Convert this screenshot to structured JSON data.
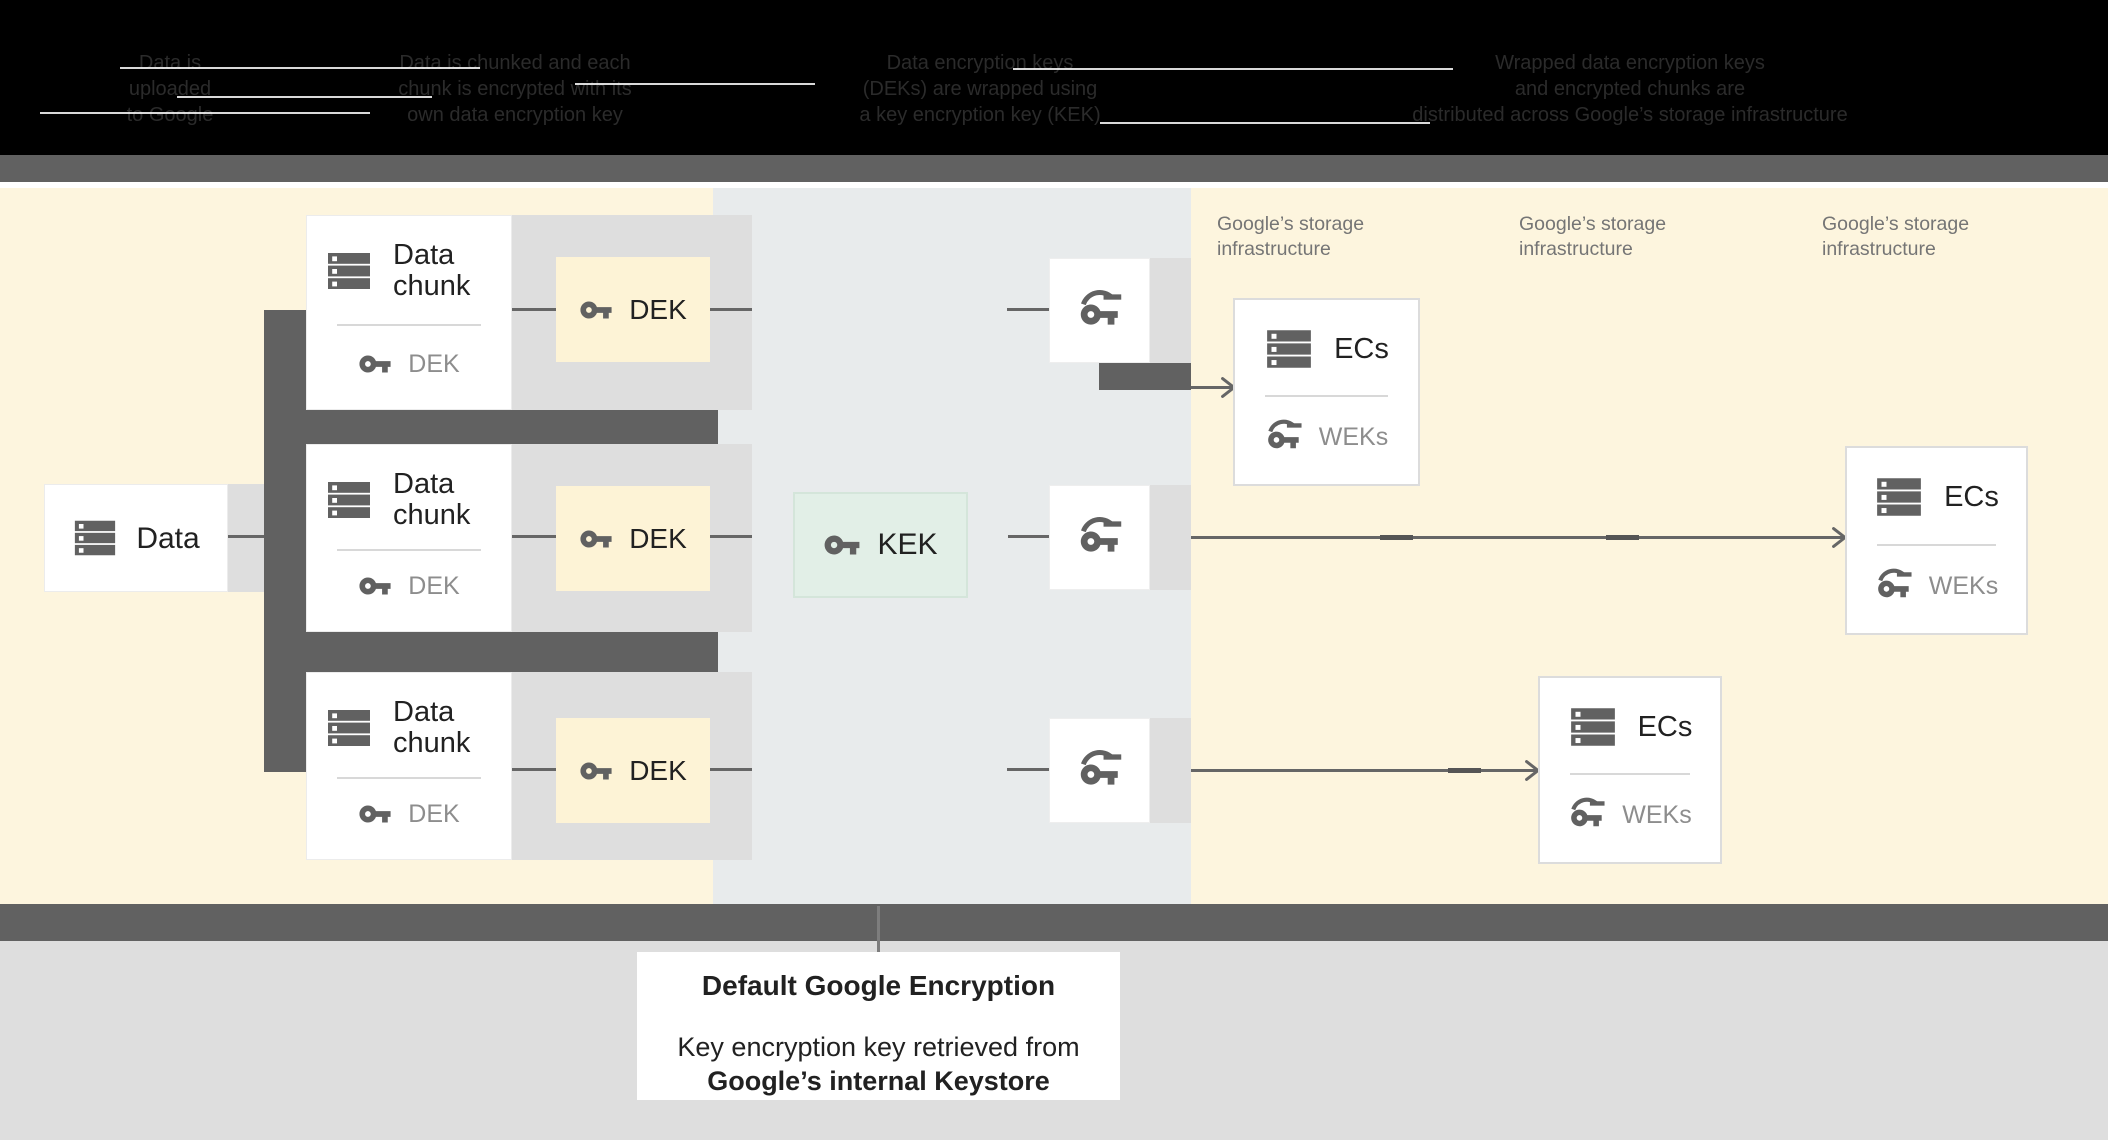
{
  "header": {
    "background": "#000000",
    "text_color": "#2b2b2b",
    "steps": [
      {
        "lines": [
          "Data is",
          "uploaded",
          "to Google"
        ]
      },
      {
        "lines": [
          "Data is chunked and each",
          "chunk is encrypted with its",
          "own data encryption key"
        ]
      },
      {
        "lines": [
          "Data encryption keys",
          "(DEKs) are wrapped using",
          "a key encryption key (KEK)"
        ]
      },
      {
        "lines": [
          "Wrapped data encryption keys",
          "and encrypted chunks are",
          "distributed across Google’s storage infrastructure"
        ]
      }
    ]
  },
  "diagram": {
    "data_box": {
      "label": "Data"
    },
    "chunk_rows": [
      {
        "title": "Data chunk",
        "key_label": "DEK"
      },
      {
        "title": "Data chunk",
        "key_label": "DEK"
      },
      {
        "title": "Data chunk",
        "key_label": "DEK"
      }
    ],
    "dek_boxes": [
      "DEK",
      "DEK",
      "DEK"
    ],
    "kek_box": {
      "label": "KEK"
    },
    "storage_labels": [
      "Google’s storage infrastructure",
      "Google’s storage infrastructure",
      "Google’s storage infrastructure"
    ],
    "ec_boxes": [
      {
        "title": "ECs",
        "key_label": "WEKs"
      },
      {
        "title": "ECs",
        "key_label": "WEKs"
      },
      {
        "title": "ECs",
        "key_label": "WEKs"
      }
    ]
  },
  "caption": {
    "title": "Default Google Encryption",
    "line1": "Key encryption key retrieved from",
    "line2": "Google’s internal Keystore"
  },
  "colors": {
    "cream_background": "#fdf5de",
    "kek_zone_gray": "#e8ebec",
    "backdrop_gray": "#dedede",
    "dark_gray": "#616161",
    "kek_mint": "#e2efe7",
    "dek_cream": "#fdf3d6",
    "text_primary": "#212121",
    "text_secondary": "#757575",
    "key_label_gray": "#8d8d8d"
  }
}
